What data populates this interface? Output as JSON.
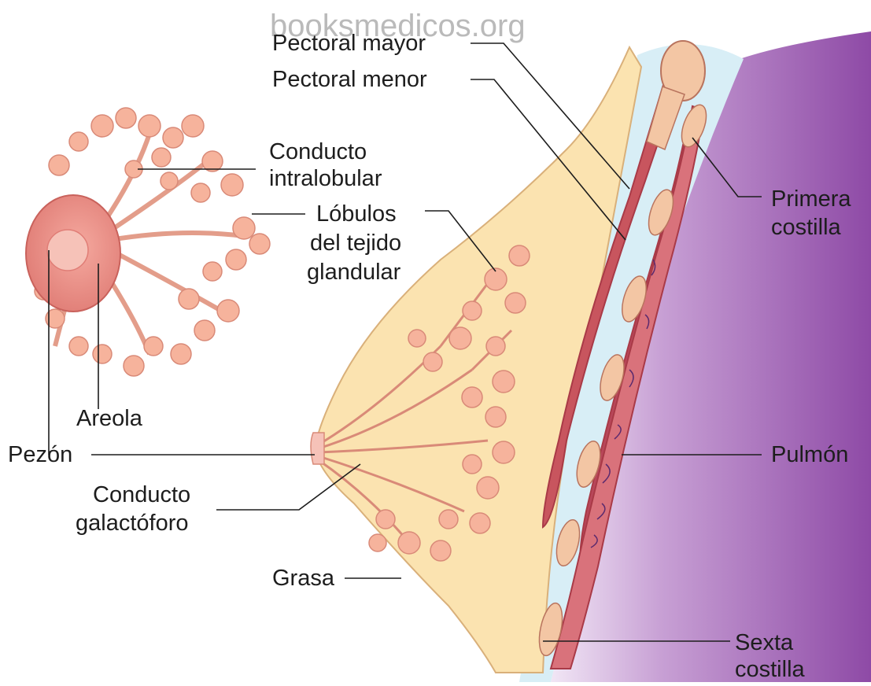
{
  "watermark": "booksmedicos.org",
  "labels": {
    "pectoral_mayor": "Pectoral mayor",
    "pectoral_menor": "Pectoral menor",
    "conducto_intralobular_1": "Conducto",
    "conducto_intralobular_2": "intralobular",
    "lobulos_1": "Lóbulos",
    "lobulos_2": "del tejido",
    "lobulos_3": "glandular",
    "primera_costilla_1": "Primera",
    "primera_costilla_2": "costilla",
    "areola": "Areola",
    "pezon": "Pezón",
    "conducto_galactoforo_1": "Conducto",
    "conducto_galactoforo_2": "galactóforo",
    "pulmon": "Pulmón",
    "grasa": "Grasa",
    "sexta_costilla_1": "Sexta",
    "sexta_costilla_2": "costilla"
  },
  "colors": {
    "fat": "#fbe3b0",
    "fat_outline": "#d9b07a",
    "lobule": "#f6b39c",
    "lobule_outline": "#d98a78",
    "muscle": "#c8555e",
    "muscle_dark": "#a93a47",
    "rib": "#f3c6a4",
    "lung": "#9c5fb0",
    "lung_light": "#e8d9ef",
    "pleura": "#cfeaf4",
    "areola": "#ef8f86",
    "nipple": "#f6c2b8",
    "line": "#1d1d1d"
  }
}
